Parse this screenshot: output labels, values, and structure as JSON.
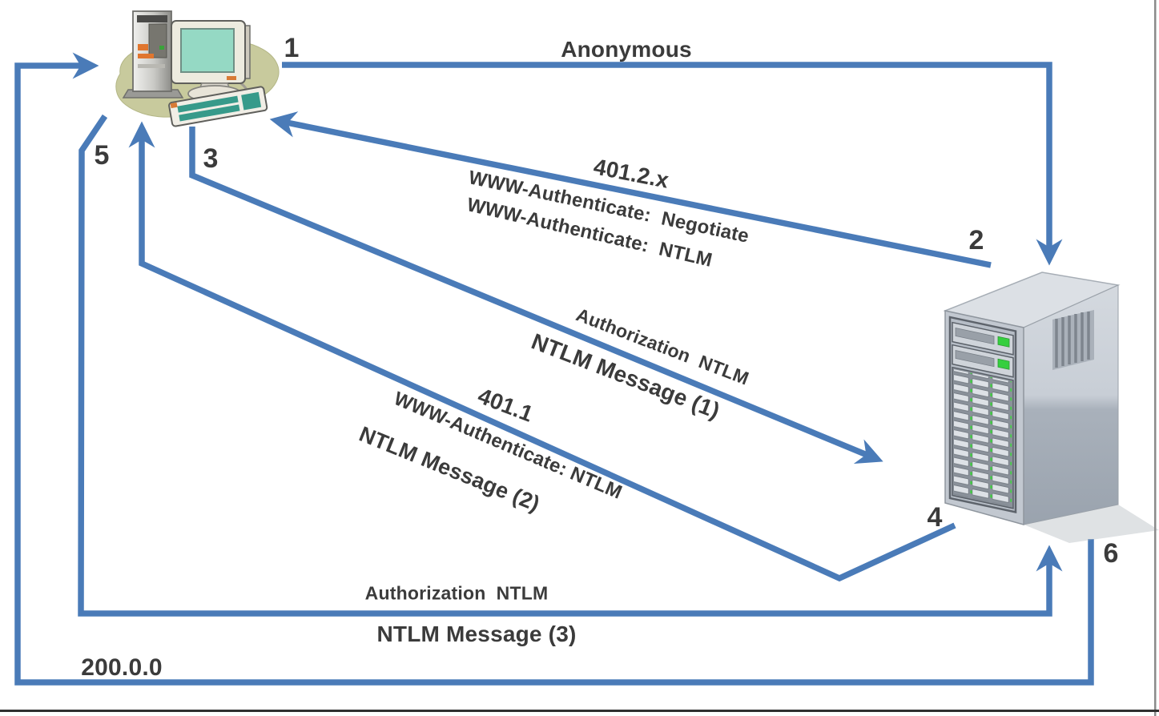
{
  "palette": {
    "arrow": "#4a7bb8",
    "ink": "#3b3b3b",
    "led": "#35cf3f"
  },
  "icons": {
    "client": "client-computer-icon",
    "server": "server-icon"
  },
  "steps": [
    {
      "num": "1",
      "labels": [
        "Anonymous"
      ]
    },
    {
      "num": "2",
      "labels": [
        "401.2.x",
        "WWW-Authenticate:  Negotiate",
        "WWW-Authenticate:  NTLM"
      ]
    },
    {
      "num": "3",
      "labels": [
        "Authorization  NTLM",
        "NTLM Message (1)"
      ]
    },
    {
      "num": "4",
      "labels": [
        "401.1",
        "WWW-Authenticate: NTLM",
        "NTLM Message (2)"
      ]
    },
    {
      "num": "5",
      "labels": [
        "Authorization  NTLM",
        "NTLM Message (3)"
      ]
    },
    {
      "num": "6",
      "labels": [
        "200.0.0"
      ]
    }
  ]
}
